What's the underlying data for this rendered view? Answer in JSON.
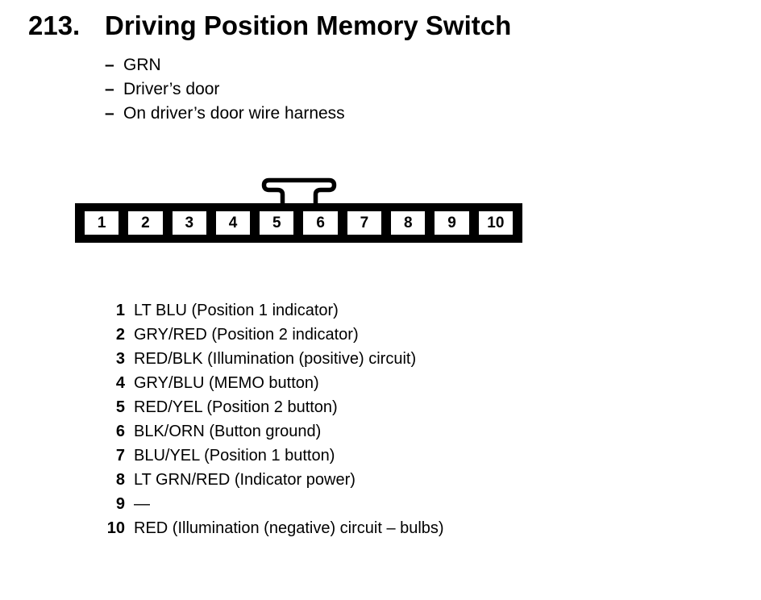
{
  "header": {
    "number": "213.",
    "title": "Driving Position Memory Switch"
  },
  "details": {
    "bullet": "–",
    "items": [
      "GRN",
      "Driver’s door",
      "On driver’s door wire harness"
    ]
  },
  "connector": {
    "pins": [
      "1",
      "2",
      "3",
      "4",
      "5",
      "6",
      "7",
      "8",
      "9",
      "10"
    ]
  },
  "pinout": [
    {
      "pin": "1",
      "desc": "LT BLU (Position 1 indicator)"
    },
    {
      "pin": "2",
      "desc": "GRY/RED (Position 2 indicator)"
    },
    {
      "pin": "3",
      "desc": "RED/BLK (Illumination (positive) circuit)"
    },
    {
      "pin": "4",
      "desc": "GRY/BLU (MEMO button)"
    },
    {
      "pin": "5",
      "desc": "RED/YEL (Position 2 button)"
    },
    {
      "pin": "6",
      "desc": "BLK/ORN (Button ground)"
    },
    {
      "pin": "7",
      "desc": "BLU/YEL (Position 1 button)"
    },
    {
      "pin": "8",
      "desc": "LT GRN/RED (Indicator power)"
    },
    {
      "pin": "9",
      "desc": "—"
    },
    {
      "pin": "10",
      "desc": "RED (Illumination (negative) circuit – bulbs)"
    }
  ],
  "colors": {
    "ink": "#000000",
    "paper": "#ffffff"
  }
}
